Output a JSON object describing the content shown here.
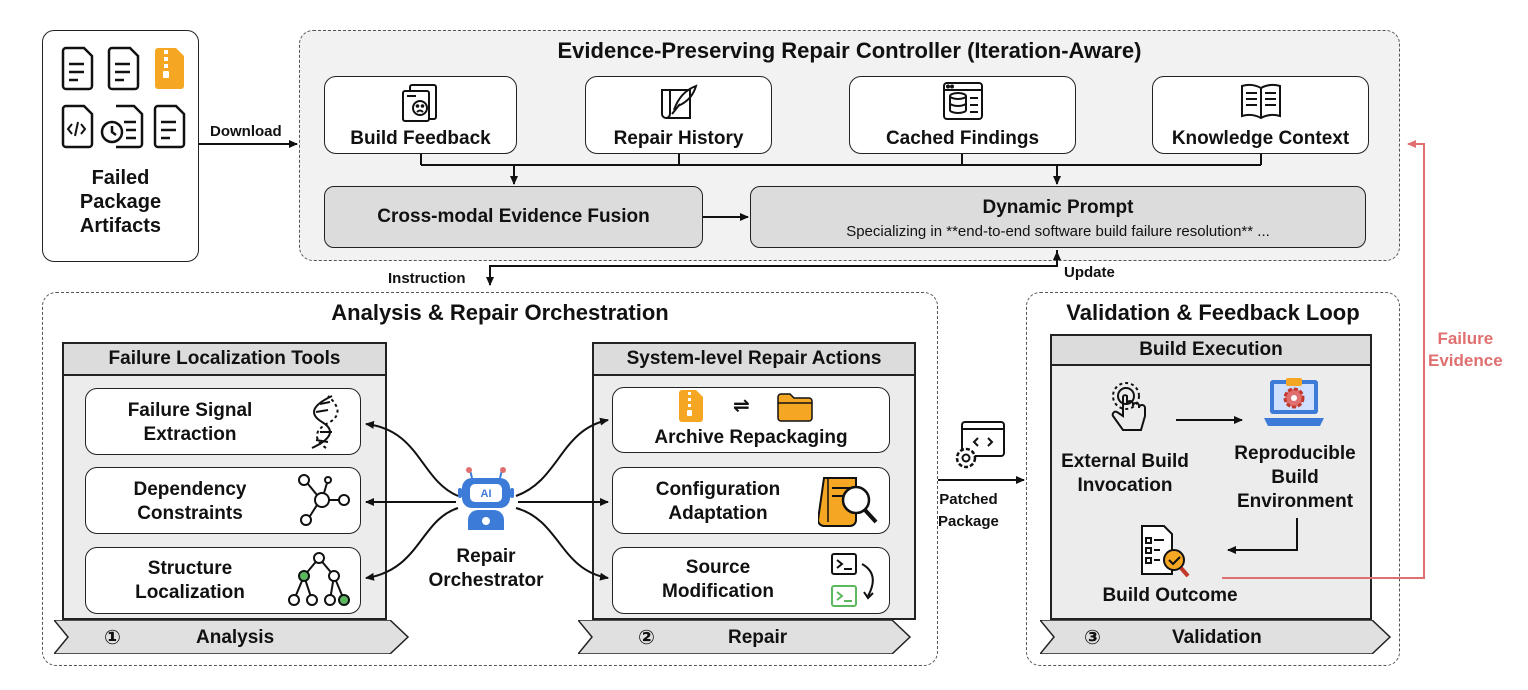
{
  "artifacts": {
    "label": "Failed Package Artifacts",
    "lines": [
      "Failed",
      "Package",
      "Artifacts"
    ]
  },
  "arrows": {
    "download": "Download",
    "instruction": "Instruction",
    "update": "Update",
    "patched": [
      "Patched",
      "Package"
    ],
    "failure_evidence": [
      "Failure",
      "Evidence"
    ]
  },
  "controller": {
    "title": "Evidence-Preserving Repair Controller (Iteration-Aware)",
    "sources": [
      "Build Feedback",
      "Repair History",
      "Cached Findings",
      "Knowledge Context"
    ],
    "fusion": "Cross-modal Evidence Fusion",
    "prompt_title": "Dynamic Prompt",
    "prompt_text": "Specializing in **end-to-end software build failure resolution** ..."
  },
  "analysis": {
    "title": "Analysis & Repair Orchestration",
    "tools_header": "Failure Localization Tools",
    "tools": [
      [
        "Failure Signal",
        "Extraction"
      ],
      [
        "Dependency",
        "Constraints"
      ],
      [
        "Structure",
        "Localization"
      ]
    ],
    "orchestrator": [
      "Repair",
      "Orchestrator"
    ],
    "actions_header": "System-level Repair Actions",
    "actions": [
      [
        "Archive Repackaging"
      ],
      [
        "Configuration",
        "Adaptation"
      ],
      [
        "Source",
        "Modification"
      ]
    ],
    "stage1_num": "①",
    "stage1": "Analysis",
    "stage2_num": "②",
    "stage2": "Repair"
  },
  "validation": {
    "title": "Validation & Feedback Loop",
    "header": "Build Execution",
    "external": [
      "External Build",
      "Invocation"
    ],
    "env": [
      "Reproducible",
      "Build",
      "Environment"
    ],
    "outcome": "Build Outcome",
    "stage3_num": "③",
    "stage3": "Validation"
  },
  "colors": {
    "feedback": "#e07070",
    "accent": "#f5a623",
    "green": "#5cb85c",
    "blue": "#3d7bd9"
  },
  "icons": [
    "document-icon",
    "zip-file-icon",
    "code-file-icon",
    "clock-file-icon",
    "feedback-doc-icon",
    "quill-scroll-icon",
    "database-icon",
    "book-icon",
    "dna-icon",
    "graph-nodes-icon",
    "tree-icon",
    "robot-icon",
    "folder-icon",
    "magnifier-doc-icon",
    "terminal-icon",
    "gear-code-icon",
    "touch-hand-icon",
    "laptop-gear-icon",
    "checklist-icon"
  ]
}
